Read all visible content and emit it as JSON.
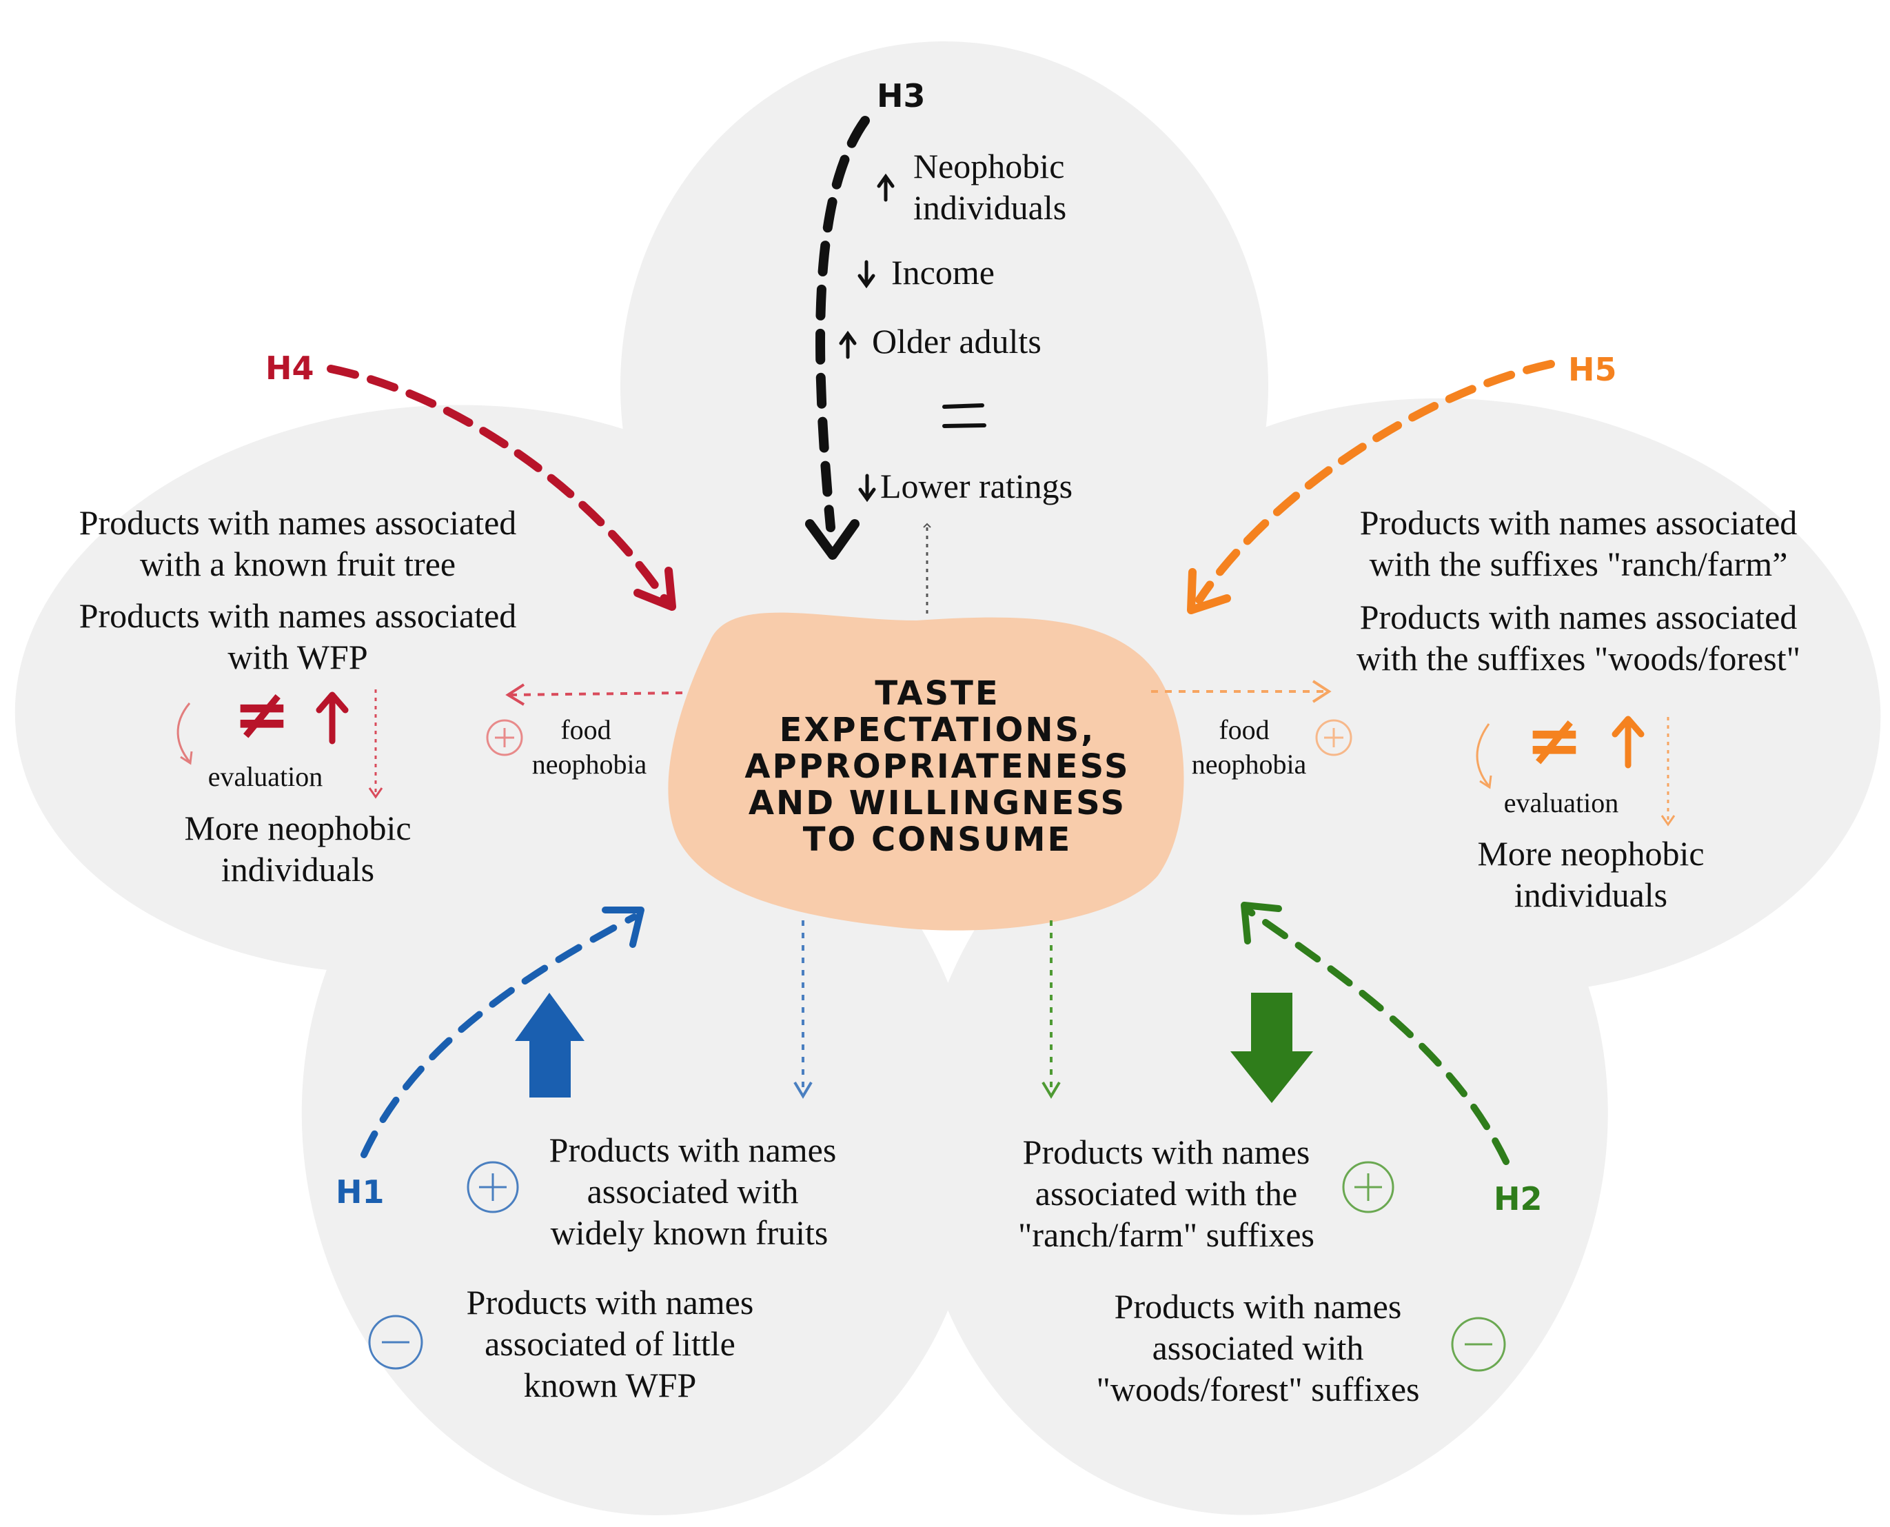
{
  "colors": {
    "petal": "#f0f0f0",
    "center": "#f8ccab",
    "h1": "#1a5fb0",
    "h2": "#2f7d1b",
    "h3": "#111111",
    "h4": "#b8142a",
    "h5": "#f5821f",
    "dotted": "#555555"
  },
  "center": {
    "line1": "TASTE",
    "line2": "EXPECTATIONS,",
    "line3": "APPROPRIATENESS",
    "line4": "AND   WILLINGNESS",
    "line5": "TO  CONSUME"
  },
  "h3": {
    "label": "H3",
    "neophobic_line1": "Neophobic",
    "neophobic_line2": "individuals",
    "income": "Income",
    "older": "Older adults",
    "equals": "=",
    "lower": "Lower ratings"
  },
  "h4": {
    "label": "H4",
    "text1_line1": "Products with names associated",
    "text1_line2": "with a known fruit tree",
    "text2_line1": "Products with names associated",
    "text2_line2": "with WFP",
    "not_equal": "≠",
    "evaluation": "evaluation",
    "more_line1": "More neophobic",
    "more_line2": "individuals",
    "food_line1": "food",
    "food_line2": "neophobia"
  },
  "h5": {
    "label": "H5",
    "text1_line1": "Products with names associated",
    "text1_line2": "with the suffixes \"ranch/farm”",
    "text2_line1": "Products with names associated",
    "text2_line2": "with the suffixes \"woods/forest\"",
    "not_equal": "≠",
    "evaluation": "evaluation",
    "more_line1": "More neophobic",
    "more_line2": "individuals",
    "food_line1": "food",
    "food_line2": "neophobia"
  },
  "h1": {
    "label": "H1",
    "plus_line1": "Products with names",
    "plus_line2": "associated with",
    "plus_line3": "widely known fruits",
    "minus_line1": "Products with names",
    "minus_line2": "associated of little",
    "minus_line3": "known WFP"
  },
  "h2": {
    "label": "H2",
    "plus_line1": "Products with names",
    "plus_line2": "associated with the",
    "plus_line3": "\"ranch/farm\" suffixes",
    "minus_line1": "Products with names",
    "minus_line2": "associated with",
    "minus_line3": "\"woods/forest\" suffixes"
  }
}
